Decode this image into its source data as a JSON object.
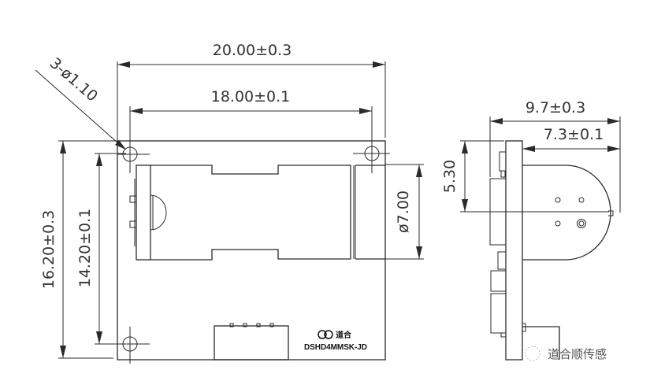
{
  "drawing": {
    "front_view": {
      "dimensions": {
        "overall_width": "20.00±0.3",
        "hole_spacing_horizontal": "18.00±0.1",
        "overall_height": "16.20±0.3",
        "hole_spacing_vertical": "14.20±0.1",
        "lens_diameter": "ø7.00",
        "holes_callout": "3-ø1.10"
      },
      "marking": {
        "logo_text": "GD",
        "logo_chinese": "道合",
        "model": "DSHD4MMSK-JD"
      }
    },
    "side_view": {
      "dimensions": {
        "overall_depth": "9.7±0.3",
        "lens_depth": "7.3±0.1",
        "center_height": "5.30"
      }
    },
    "watermark": {
      "text": "道合顺传感"
    },
    "colors": {
      "line": "#2a2a2a",
      "text": "#333333",
      "background": "#ffffff"
    }
  }
}
